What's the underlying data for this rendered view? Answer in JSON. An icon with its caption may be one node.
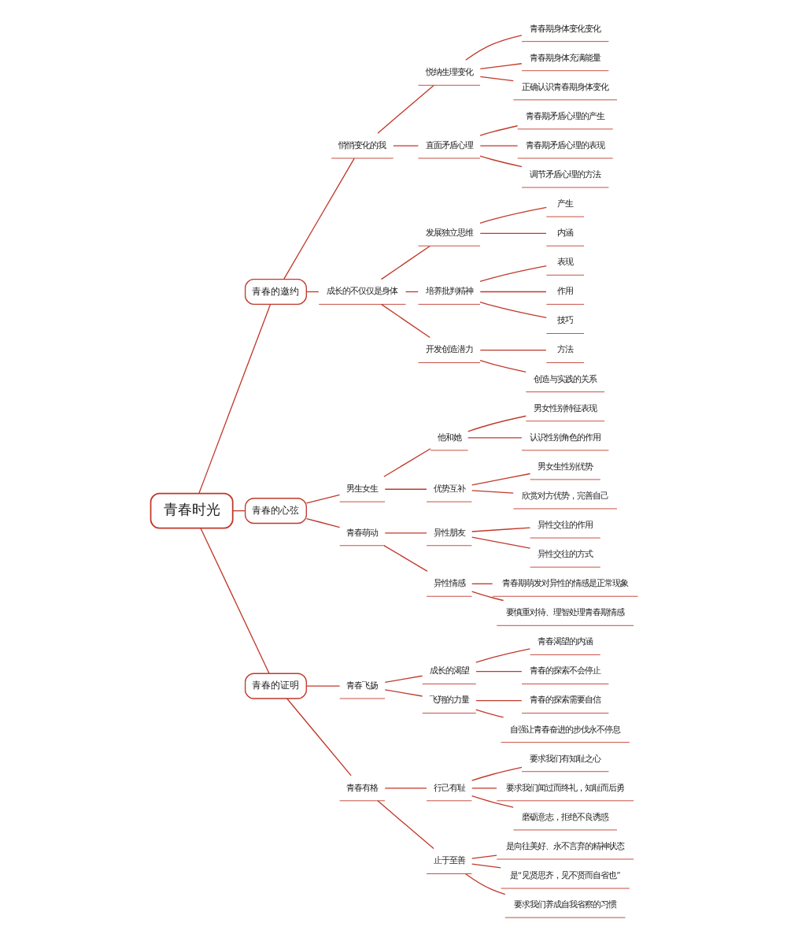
{
  "diagram": {
    "nodes": [
      {
        "text": [
          "青春时光"
        ]
      },
      {
        "text": [
          "青春的邀约"
        ]
      },
      {
        "text": [
          "悄悄变化的我"
        ]
      },
      {
        "text": [
          "悦纳生理变化"
        ]
      },
      {
        "text": [
          "青春期身体变化变化"
        ]
      },
      {
        "text": [
          "青春期身体充满能量"
        ]
      },
      {
        "text": [
          "正确认识青春期身体变化"
        ]
      },
      {
        "text": [
          "直面矛盾心理"
        ]
      },
      {
        "text": [
          "青春期矛盾心理的产生"
        ]
      },
      {
        "text": [
          "青春期矛盾心理的表现"
        ]
      },
      {
        "text": [
          "调节矛盾心理的方法"
        ]
      },
      {
        "text": [
          "成长的不仅仅是身体"
        ]
      },
      {
        "text": [
          "发展独立思维"
        ]
      },
      {
        "text": [
          "产生"
        ]
      },
      {
        "text": [
          "内涵"
        ]
      },
      {
        "text": [
          "培养批判精神"
        ]
      },
      {
        "text": [
          "表现"
        ]
      },
      {
        "text": [
          "作用"
        ]
      },
      {
        "text": [
          "技巧"
        ]
      },
      {
        "text": [
          "开发创造潜力"
        ]
      },
      {
        "text": [
          "方法"
        ]
      },
      {
        "text": [
          "创造与实践的关系"
        ]
      },
      {
        "text": [
          "青春的心弦"
        ]
      },
      {
        "text": [
          "男生女生"
        ]
      },
      {
        "text": [
          "他和她"
        ]
      },
      {
        "text": [
          "男女性别特征表现"
        ]
      },
      {
        "text": [
          "认识性别角色的作用"
        ]
      },
      {
        "text": [
          "优势互补"
        ]
      },
      {
        "text": [
          "男女生性别优势"
        ]
      },
      {
        "text": [
          "欣赏对方优势，完善自己"
        ]
      },
      {
        "text": [
          "青春萌动"
        ]
      },
      {
        "text": [
          "异性朋友"
        ]
      },
      {
        "text": [
          "异性交往的作用"
        ]
      },
      {
        "text": [
          "异性交往的方式"
        ]
      },
      {
        "text": [
          "异性情感"
        ]
      },
      {
        "text": [
          "青春期萌发对异性的情感是正常现象"
        ]
      },
      {
        "text": [
          "要慎重对待、理智处理青春期情感"
        ]
      },
      {
        "text": [
          "青春的证明"
        ]
      },
      {
        "text": [
          "青春飞扬"
        ]
      },
      {
        "text": [
          "成长的渴望"
        ]
      },
      {
        "text": [
          "青春渴望的内涵"
        ]
      },
      {
        "text": [
          "青春的探索不会停止"
        ]
      },
      {
        "text": [
          "飞翔的力量"
        ]
      },
      {
        "text": [
          "青春的探索需要自信"
        ]
      },
      {
        "text": [
          "自强让青春奋进的步伐永不停息"
        ]
      },
      {
        "text": [
          "青春有格"
        ]
      },
      {
        "text": [
          "行己有耻"
        ]
      },
      {
        "text": [
          "要求我们有知耻之心"
        ]
      },
      {
        "text": [
          "要求我们闻过而终礼，知耻而后勇"
        ]
      },
      {
        "text": [
          "磨砺意志，拒绝不良诱惑"
        ]
      },
      {
        "text": [
          "止于至善"
        ]
      },
      {
        "text": [
          "是向往美好、永不言弃的精神状态"
        ]
      },
      {
        "text": [
          "是“见贤思齐，见不贤而自省也”"
        ]
      },
      {
        "text": [
          "要求我们养成自我省察的习惯"
        ]
      }
    ],
    "edges": [
      {
        "from": 0,
        "to": 1,
        "arrow": "none"
      },
      {
        "from": 1,
        "to": 2,
        "arrow": "none"
      },
      {
        "from": 2,
        "to": 3,
        "arrow": "none"
      },
      {
        "from": 3,
        "to": 4,
        "arrow": "none"
      },
      {
        "from": 3,
        "to": 5,
        "arrow": "none"
      },
      {
        "from": 3,
        "to": 6,
        "arrow": "none"
      },
      {
        "from": 2,
        "to": 7,
        "arrow": "none"
      },
      {
        "from": 7,
        "to": 8,
        "arrow": "none"
      },
      {
        "from": 7,
        "to": 9,
        "arrow": "none"
      },
      {
        "from": 7,
        "to": 10,
        "arrow": "none"
      },
      {
        "from": 1,
        "to": 11,
        "arrow": "none"
      },
      {
        "from": 11,
        "to": 12,
        "arrow": "none"
      },
      {
        "from": 12,
        "to": 13,
        "arrow": "none"
      },
      {
        "from": 12,
        "to": 14,
        "arrow": "none"
      },
      {
        "from": 11,
        "to": 15,
        "arrow": "none"
      },
      {
        "from": 15,
        "to": 16,
        "arrow": "none"
      },
      {
        "from": 15,
        "to": 17,
        "arrow": "none"
      },
      {
        "from": 15,
        "to": 18,
        "arrow": "none"
      },
      {
        "from": 11,
        "to": 19,
        "arrow": "none"
      },
      {
        "from": 19,
        "to": 20,
        "arrow": "none"
      },
      {
        "from": 19,
        "to": 21,
        "arrow": "none"
      },
      {
        "from": 0,
        "to": 22,
        "arrow": "none"
      },
      {
        "from": 22,
        "to": 23,
        "arrow": "none"
      },
      {
        "from": 23,
        "to": 24,
        "arrow": "none"
      },
      {
        "from": 24,
        "to": 25,
        "arrow": "none"
      },
      {
        "from": 24,
        "to": 26,
        "arrow": "none"
      },
      {
        "from": 23,
        "to": 27,
        "arrow": "none"
      },
      {
        "from": 27,
        "to": 28,
        "arrow": "none"
      },
      {
        "from": 27,
        "to": 29,
        "arrow": "none"
      },
      {
        "from": 22,
        "to": 30,
        "arrow": "none"
      },
      {
        "from": 30,
        "to": 31,
        "arrow": "none"
      },
      {
        "from": 31,
        "to": 32,
        "arrow": "none"
      },
      {
        "from": 31,
        "to": 33,
        "arrow": "none"
      },
      {
        "from": 30,
        "to": 34,
        "arrow": "none"
      },
      {
        "from": 34,
        "to": 35,
        "arrow": "none"
      },
      {
        "from": 34,
        "to": 36,
        "arrow": "none"
      },
      {
        "from": 0,
        "to": 37,
        "arrow": "none"
      },
      {
        "from": 37,
        "to": 38,
        "arrow": "none"
      },
      {
        "from": 38,
        "to": 39,
        "arrow": "none"
      },
      {
        "from": 39,
        "to": 40,
        "arrow": "none"
      },
      {
        "from": 39,
        "to": 41,
        "arrow": "none"
      },
      {
        "from": 38,
        "to": 42,
        "arrow": "none"
      },
      {
        "from": 42,
        "to": 43,
        "arrow": "none"
      },
      {
        "from": 42,
        "to": 44,
        "arrow": "none"
      },
      {
        "from": 37,
        "to": 45,
        "arrow": "none"
      },
      {
        "from": 45,
        "to": 46,
        "arrow": "none"
      },
      {
        "from": 46,
        "to": 47,
        "arrow": "none"
      },
      {
        "from": 46,
        "to": 48,
        "arrow": "none"
      },
      {
        "from": 46,
        "to": 49,
        "arrow": "none"
      },
      {
        "from": 45,
        "to": 50,
        "arrow": "none"
      },
      {
        "from": 50,
        "to": 51,
        "arrow": "none"
      },
      {
        "from": 50,
        "to": 52,
        "arrow": "none"
      },
      {
        "from": 50,
        "to": 53,
        "arrow": "none"
      }
    ]
  }
}
